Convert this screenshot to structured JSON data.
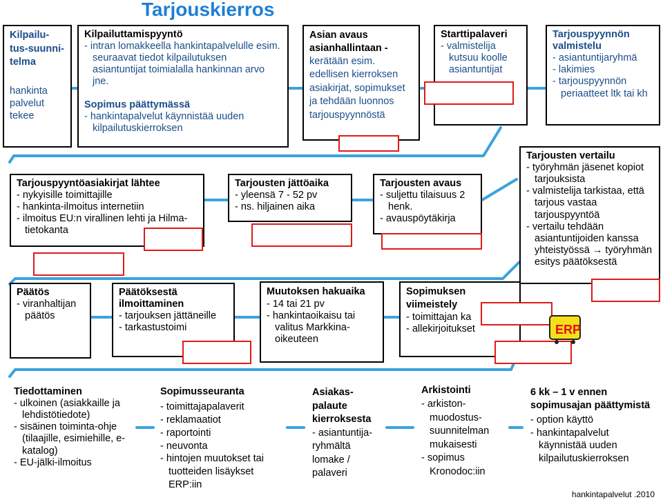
{
  "title": "Tarjouskierros",
  "footer": "hankintapalvelut .2010",
  "colors": {
    "title": "#1f7fd6",
    "flow": "#3aa3de",
    "highlight": "#e01919"
  },
  "boxes": {
    "b1": {
      "title": "Kilpailu-tus-suunni-telma",
      "body": "hankinta palvelut tekee"
    },
    "b2": {
      "title": "Kilpailuttamispyyntö",
      "items": [
        "- intran lomakkeella hankintapalvelulle esim. seuraavat tiedot kilpailutuksen asiantuntijat toimialalla hankinnan arvo jne."
      ],
      "title2": "Sopimus päättymässä",
      "items2": [
        "- hankintapalvelut käynnistää uuden kilpailutuskierroksen"
      ]
    },
    "b3": {
      "title": "Asian avaus asianhallintaan -",
      "body": "kerätään esim. edellisen kierroksen asiakirjat, sopimukset ja tehdään luonnos tarjouspyynnöstä"
    },
    "b4": {
      "title": "Starttipalaveri",
      "items": [
        "- valmistelija kutsuu koolle asiantuntijat"
      ]
    },
    "b5": {
      "title": "Tarjouspyynnön valmistelu",
      "items": [
        "- asiantuntijaryhmä",
        "- lakimies",
        "- tarjouspyynnön periaatteet ltk tai kh"
      ]
    },
    "b6": {
      "title": "Tarjouspyyntöasiakirjat lähtee",
      "items": [
        "- nykyisille toimittajille",
        "- hankinta-ilmoitus internetiin",
        "- ilmoitus EU:n virallinen lehti ja Hilma-tietokanta"
      ]
    },
    "b7": {
      "title": "Tarjousten jättöaika",
      "items": [
        "- yleensä 7 - 52 pv",
        "- ns. hiljainen aika"
      ]
    },
    "b8": {
      "title": "Tarjousten avaus",
      "items": [
        "- suljettu tilaisuus 2 henk.",
        "- avauspöytäkirja"
      ]
    },
    "b9": {
      "title": "Tarjousten vertailu",
      "items": [
        "- työryhmän jäsenet kopiot tarjouksista",
        "- valmistelija tarkistaa, että tarjous vastaa tarjouspyyntöä",
        "- vertailu tehdään asiantuntijoiden kanssa yhteistyössä → työryhmän esitys päätöksestä"
      ]
    },
    "b10": {
      "title": "Päätös",
      "items": [
        "- viranhaltijan päätös"
      ]
    },
    "b11": {
      "title": "Päätöksestä ilmoittaminen",
      "items": [
        "- tarjouksen jättäneille",
        "- tarkastustoimi"
      ]
    },
    "b12": {
      "title": "Muutoksen hakuaika",
      "items": [
        "- 14 tai 21 pv",
        "- hankintaoikaisu tai valitus Markkina-oikeuteen"
      ]
    },
    "b13": {
      "title": "Sopimuksen viimeistely",
      "items": [
        "- toimittajan ka",
        "- allekirjoitukset"
      ]
    },
    "b14": {
      "title": "Tiedottaminen",
      "items": [
        "- ulkoinen (asiakkaille ja lehdistötiedote)",
        "- sisäinen toiminta-ohje (tilaajille, esimiehille, e-katalog)",
        "- EU-jälki-ilmoitus"
      ]
    },
    "b15": {
      "title": "Sopimusseuranta",
      "items": [
        "- toimittajapalaverit",
        "- reklamaatiot",
        "- raportointi",
        "- neuvonta",
        "- hintojen muutokset tai tuotteiden lisäykset ERP:iin"
      ]
    },
    "b16": {
      "title": "Asiakas-palaute kierroksesta",
      "body": "- asiantuntija-ryhmältä lomake / palaveri"
    },
    "b17": {
      "title": "Arkistointi",
      "items": [
        "- arkiston-muodostus-suunnitelman mukaisesti",
        "- sopimus Kronodoc:iin"
      ]
    },
    "b18": {
      "title": "6 kk – 1 v ennen sopimusajan päättymistä",
      "items": [
        "- option käyttö",
        "- hankintapalvelut käynnistää uuden kilpailutuskierroksen"
      ]
    }
  },
  "icons": {
    "erp": "ERP"
  }
}
